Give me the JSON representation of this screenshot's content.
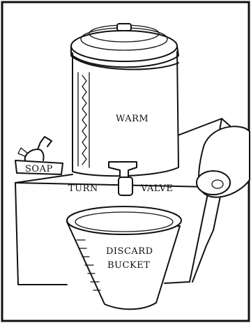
{
  "labels": {
    "warm": "WARM",
    "soap": "SOAP",
    "turn": "TURN",
    "valve": "VALVE",
    "discard": "DISCARD",
    "bucket": "BUCKET"
  },
  "colors": {
    "ink": "#111111",
    "paper": "#ffffff"
  }
}
